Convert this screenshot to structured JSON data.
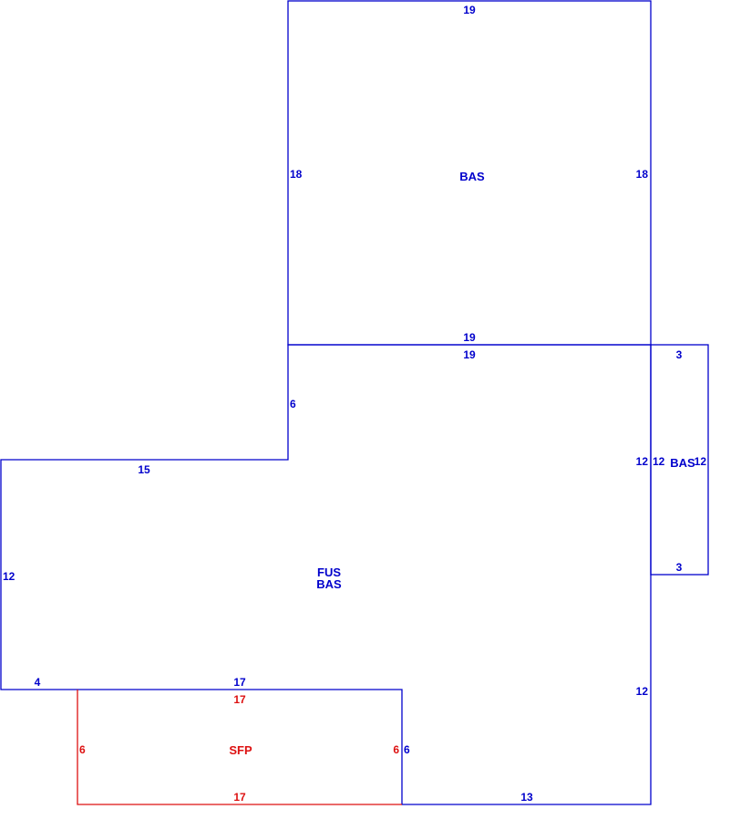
{
  "colors": {
    "main": "#0000cc",
    "porch": "#dd1111"
  },
  "areas": {
    "upper": "BAS",
    "side": "BAS",
    "main_line1": "FUS",
    "main_line2": "BAS",
    "porch": "SFP"
  },
  "dims": {
    "upper_top": "19",
    "upper_left": "18",
    "upper_right": "18",
    "upper_bottom": "19",
    "main_top": "19",
    "main_step": "6",
    "main_left_top": "15",
    "main_left": "12",
    "main_bottom_left": "4",
    "main_porch_top": "17",
    "main_porch_side": "6",
    "main_bottom_right": "13",
    "main_right_lower": "12",
    "main_right_upper": "12",
    "side_top": "3",
    "side_left": "12",
    "side_right": "12",
    "side_bottom": "3",
    "porch_top": "17",
    "porch_left": "6",
    "porch_right": "6",
    "porch_bottom": "17"
  }
}
